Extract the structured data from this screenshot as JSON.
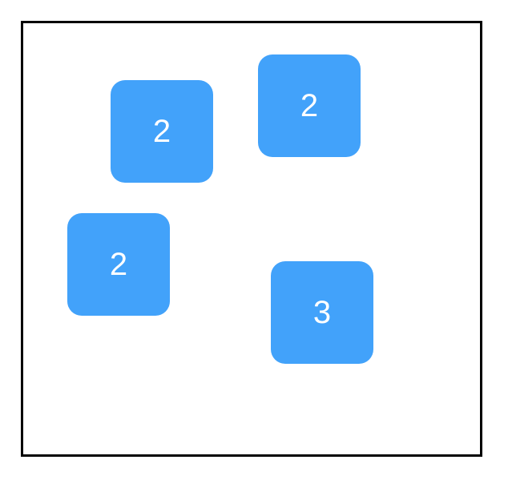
{
  "colors": {
    "tile_fill": "#42a2fa",
    "tile_text": "#ffffff",
    "board_border": "#000000",
    "background": "#ffffff"
  },
  "tiles": [
    {
      "value": "2"
    },
    {
      "value": "2"
    },
    {
      "value": "2"
    },
    {
      "value": "3"
    }
  ]
}
